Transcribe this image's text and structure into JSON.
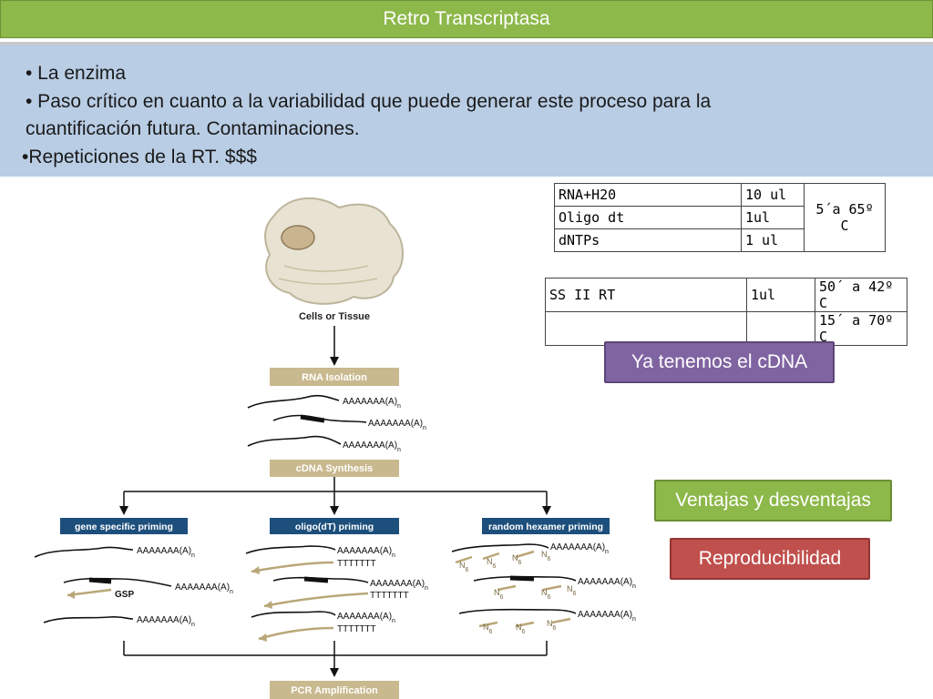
{
  "title": "Retro Transcriptasa",
  "bullets": [
    "• La enzima",
    "• Paso crítico en cuanto a la variabilidad que puede generar este proceso para la",
    "cuantificación futura. Contaminaciones.",
    "•Repeticiones de la RT. $$$"
  ],
  "table1": {
    "rows": [
      {
        "item": "RNA+H20",
        "amount": "10 ul"
      },
      {
        "item": "Oligo dt",
        "amount": "1ul"
      },
      {
        "item": "dNTPs",
        "amount": "1 ul"
      }
    ],
    "condition": "5´a 65º C"
  },
  "table2": {
    "item": "SS II RT",
    "amount": "1ul",
    "condition1": "50´ a 42º C",
    "condition2": "15´ a 70º C"
  },
  "callouts": {
    "cdna": "Ya tenemos el cDNA",
    "ventajas": "Ventajas y desventajas",
    "repro": "Reproducibilidad"
  },
  "diagram": {
    "cells_label": "Cells or Tissue",
    "rna_isolation": "RNA Isolation",
    "cdna_synthesis": "cDNA Synthesis",
    "gene_specific": "gene specific priming",
    "oligo_dt": "oligo(dT) priming",
    "random_hexamer": "random hexamer priming",
    "gsp": "GSP",
    "pcr": "PCR Amplification",
    "polya": "AAAAAAA(A)",
    "polya_sub": "n",
    "tttt": "TTTTTTT",
    "n6": "N",
    "n6_sub": "6"
  },
  "colors": {
    "title_bg": "#8db84a",
    "panel_bg": "#b9cde5",
    "header_tan": "#c9b98f",
    "header_navy": "#1d4f7c",
    "primer_tan": "#b9a778"
  }
}
